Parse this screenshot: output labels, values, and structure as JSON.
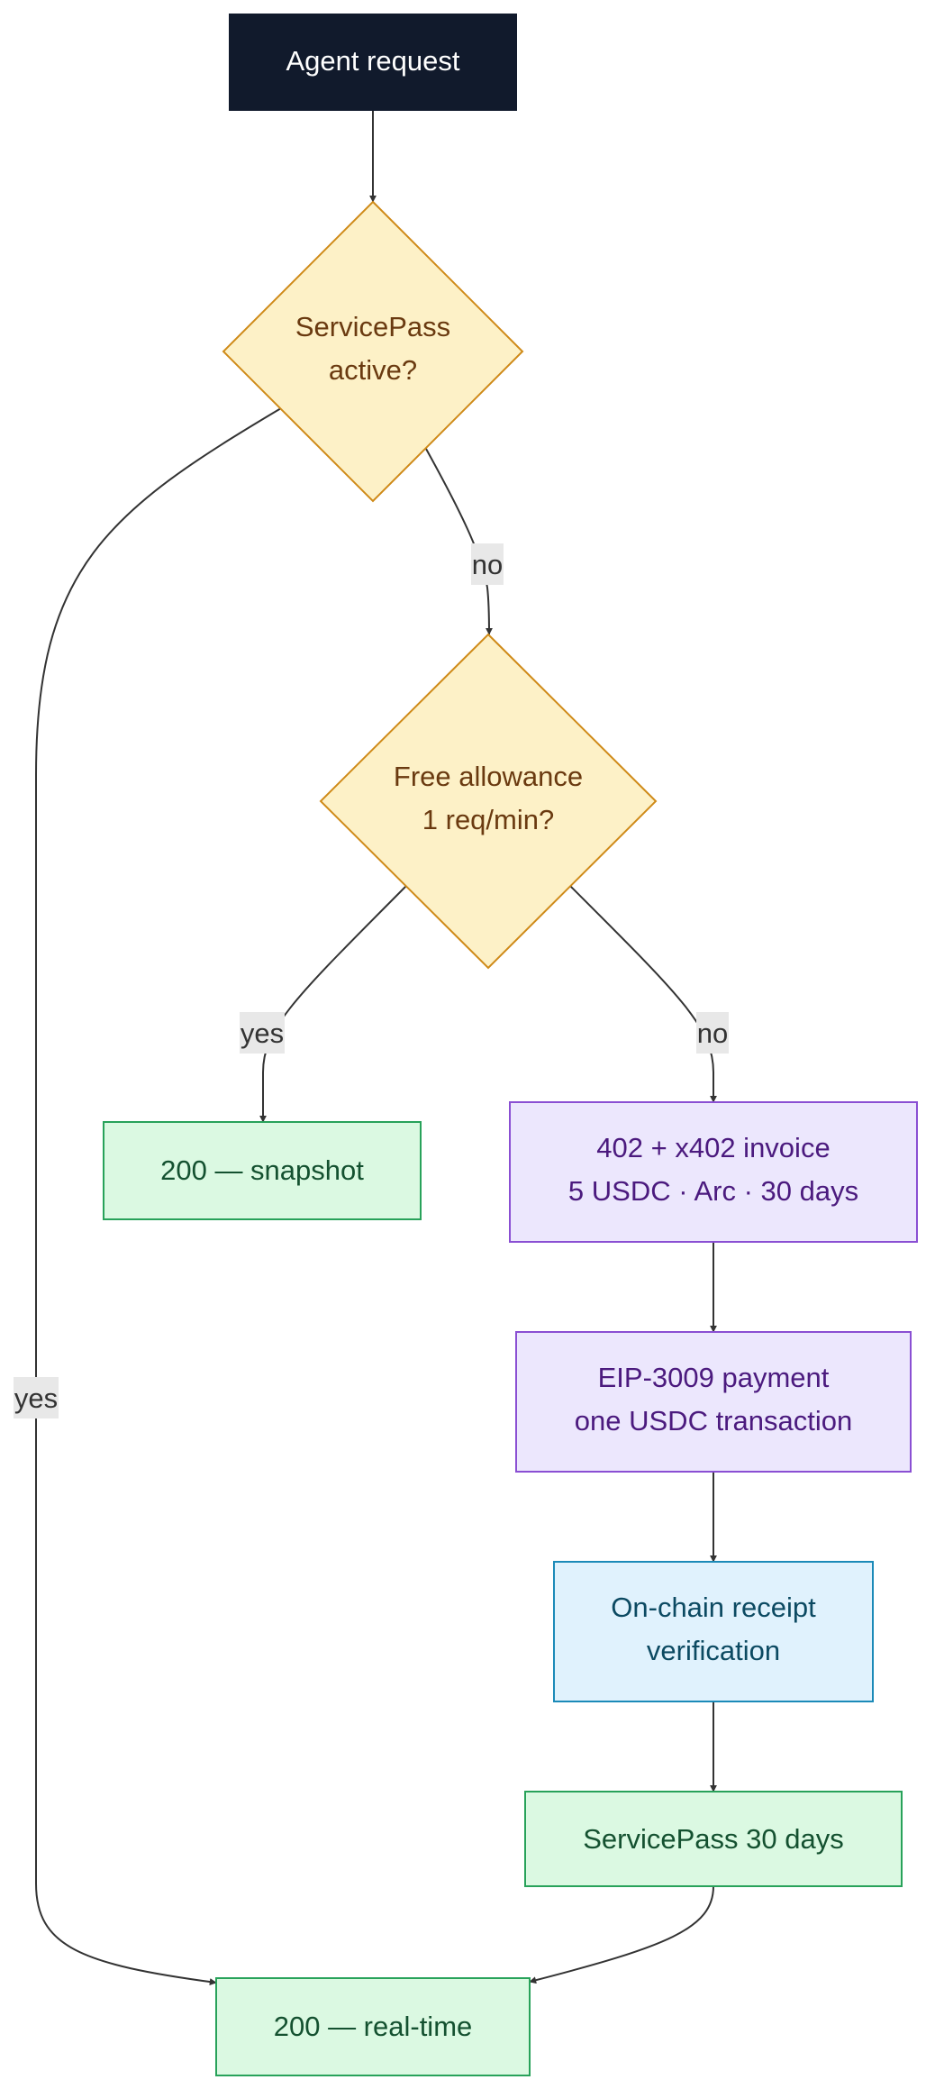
{
  "diagram": {
    "type": "flowchart",
    "direction": "top-down",
    "colors": {
      "start_fill": "#111a2c",
      "start_text": "#ffffff",
      "decision_fill": "#fdf1c7",
      "decision_stroke": "#cf8a18",
      "decision_text": "#6a3a10",
      "success_fill": "#dbf9e2",
      "success_stroke": "#28a25a",
      "success_text": "#145130",
      "payment_fill": "#ece7fd",
      "payment_stroke": "#8a4fd3",
      "payment_text": "#4b1a7e",
      "verify_fill": "#e0f2fd",
      "verify_stroke": "#1b8ab8",
      "verify_text": "#0c4a62",
      "edge": "#333333",
      "edge_label_bg": "#e8e8e8"
    },
    "nodes": {
      "agent_request": {
        "label": "Agent request",
        "kind": "start"
      },
      "servicepass_active": {
        "lines": [
          "ServicePass",
          "active?"
        ],
        "kind": "decision"
      },
      "free_allowance": {
        "lines": [
          "Free allowance",
          "1 req/min?"
        ],
        "kind": "decision"
      },
      "snapshot": {
        "label": "200 — snapshot",
        "kind": "success"
      },
      "invoice": {
        "lines": [
          "402 + x402 invoice",
          "5 USDC · Arc · 30 days"
        ],
        "kind": "payment"
      },
      "payment": {
        "lines": [
          "EIP-3009 payment",
          "one USDC transaction"
        ],
        "kind": "payment"
      },
      "verification": {
        "lines": [
          "On-chain receipt",
          "verification"
        ],
        "kind": "verify"
      },
      "servicepass_30": {
        "label": "ServicePass 30 days",
        "kind": "success"
      },
      "realtime": {
        "label": "200 — real-time",
        "kind": "success"
      }
    },
    "edges": {
      "request_to_pass": {
        "from": "agent_request",
        "to": "servicepass_active",
        "label": ""
      },
      "pass_no": {
        "from": "servicepass_active",
        "to": "free_allowance",
        "label": "no"
      },
      "pass_yes": {
        "from": "servicepass_active",
        "to": "realtime",
        "label": "yes"
      },
      "allowance_yes": {
        "from": "free_allowance",
        "to": "snapshot",
        "label": "yes"
      },
      "allowance_no": {
        "from": "free_allowance",
        "to": "invoice",
        "label": "no"
      },
      "invoice_to_payment": {
        "from": "invoice",
        "to": "payment",
        "label": ""
      },
      "payment_to_verify": {
        "from": "payment",
        "to": "verification",
        "label": ""
      },
      "verify_to_pass": {
        "from": "verification",
        "to": "servicepass_30",
        "label": ""
      },
      "pass30_to_realtime": {
        "from": "servicepass_30",
        "to": "realtime",
        "label": ""
      }
    }
  }
}
